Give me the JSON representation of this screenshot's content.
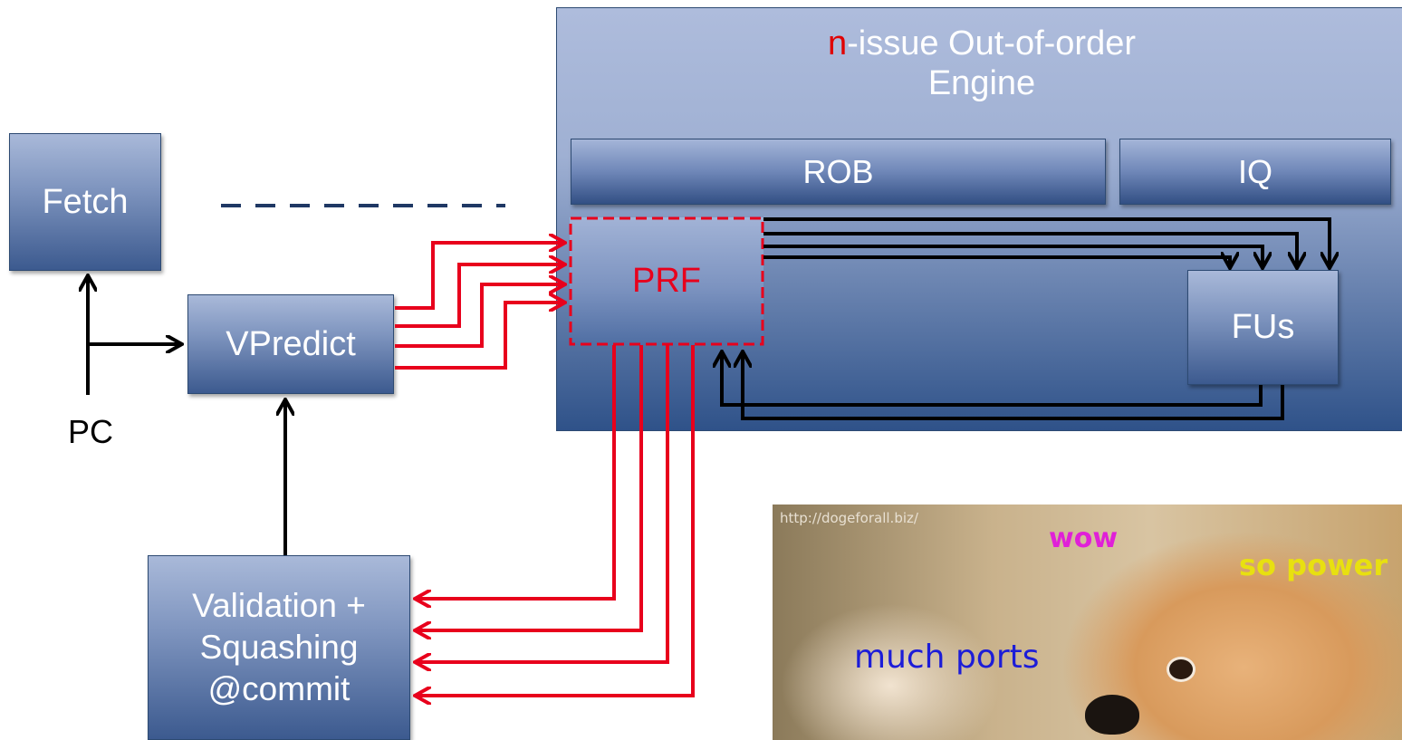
{
  "diagram": {
    "engine": {
      "title_accent": "n",
      "title_rest": "-issue Out-of-order",
      "title_line2": "Engine"
    },
    "blocks": {
      "fetch": "Fetch",
      "vpredict": "VPredict",
      "validation_line1": "Validation +",
      "validation_line2": "Squashing",
      "validation_line3": "@commit",
      "rob": "ROB",
      "iq": "IQ",
      "prf": "PRF",
      "fus": "FUs"
    },
    "labels": {
      "pc": "PC"
    },
    "colors": {
      "port_lines": "#e8001c",
      "control_lines": "#000000",
      "block_gradient_top": "#a9b9d9",
      "block_gradient_bottom": "#3c5a8f"
    }
  },
  "meme": {
    "url_text": "http://dogeforall.biz/",
    "phrase_wow": "wow",
    "phrase_power": "so power",
    "phrase_ports": "much ports"
  }
}
